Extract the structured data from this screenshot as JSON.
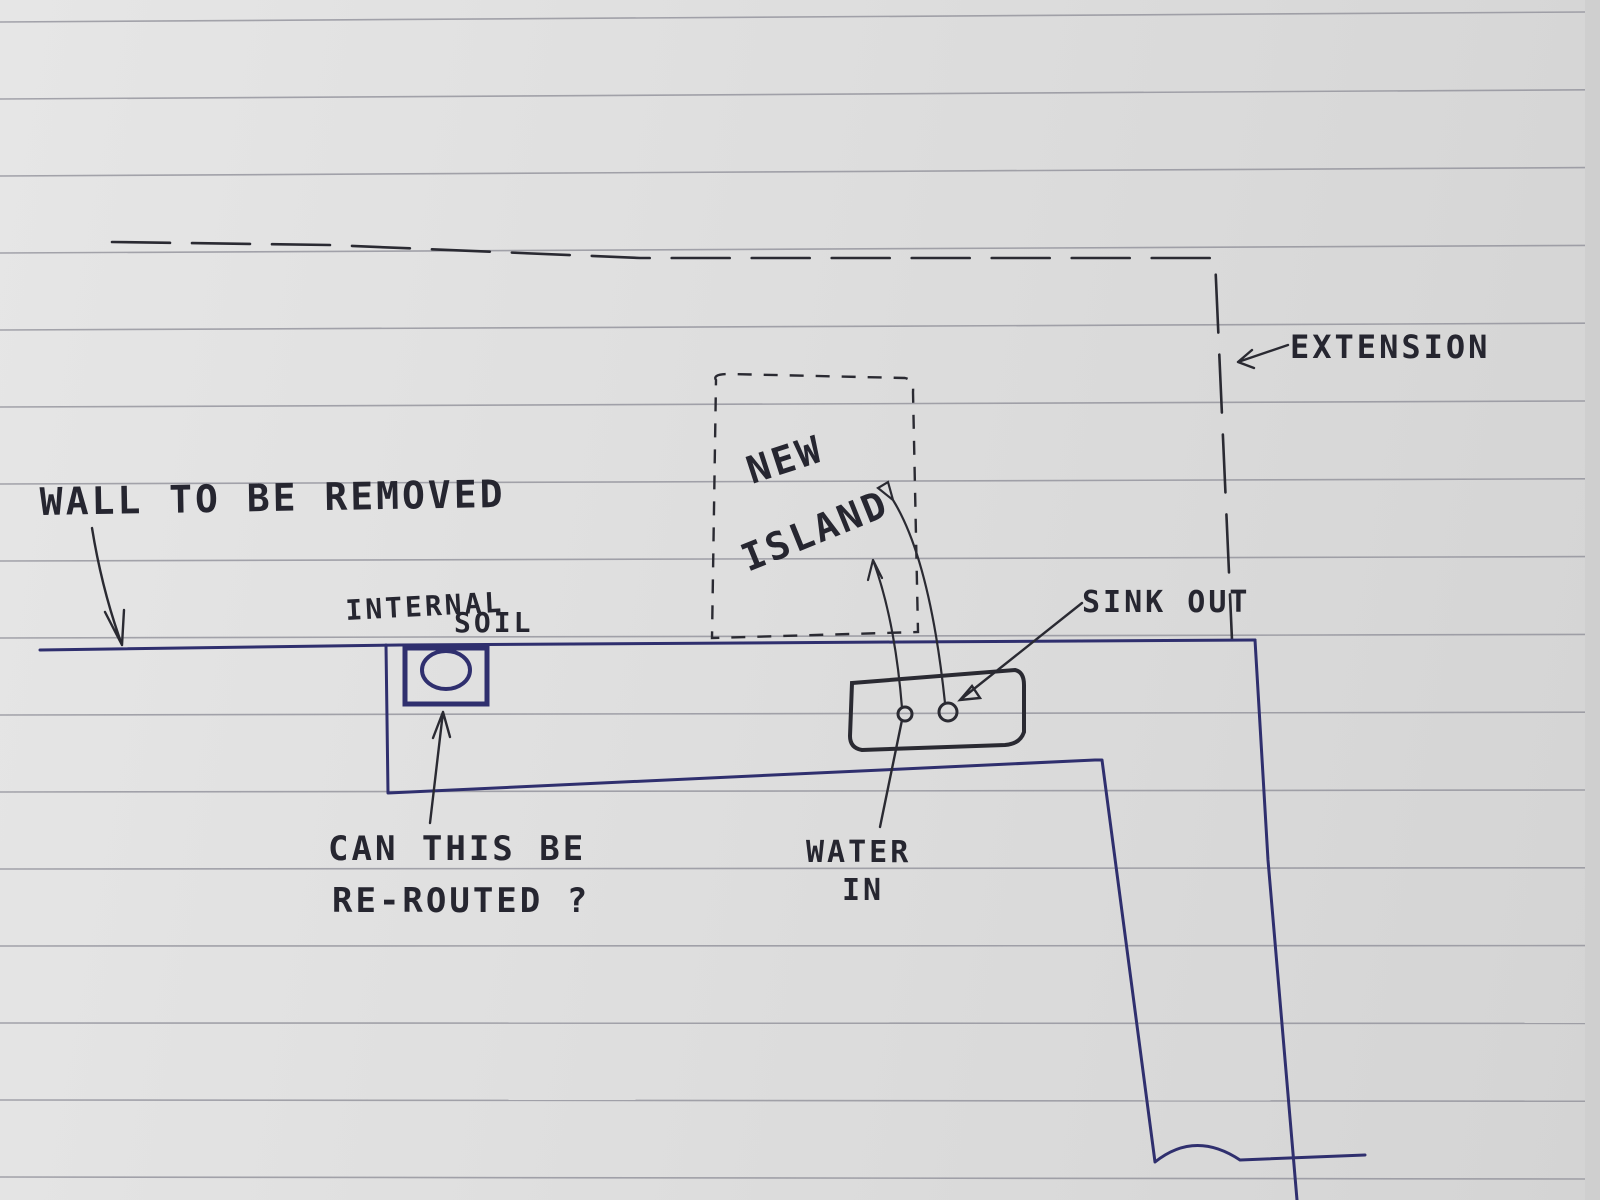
{
  "labels": {
    "wall": "WALL TO BE REMOVED",
    "extension": "EXTENSION",
    "island_line1": "NEW",
    "island_line2": "ISLAND",
    "soil_line1": "INTERNAL",
    "soil_line2": "SOIL",
    "sink_out": "SINK OUT",
    "question_line1": "CAN THIS BE",
    "question_line2": "RE-ROUTED ?",
    "water_line1": "WATER",
    "water_line2": "IN"
  },
  "colors": {
    "paper": "#e0e0e0",
    "ruled_line": "#8c8c96",
    "blue_ink": "#2f2f6e",
    "pencil": "#2a2a32"
  }
}
